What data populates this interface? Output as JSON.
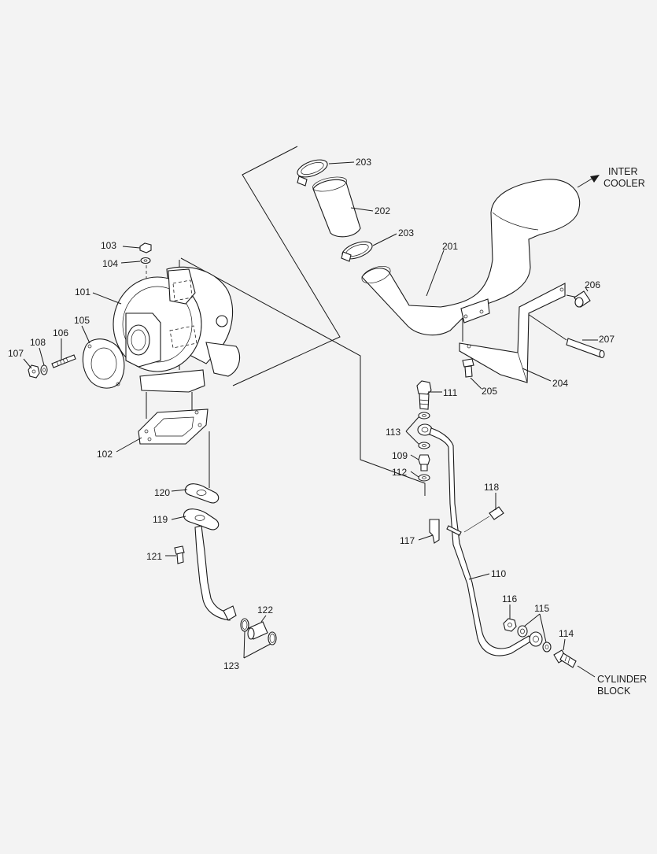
{
  "parts": [
    {
      "id": "101",
      "label": "101",
      "name": "turbocharger"
    },
    {
      "id": "102",
      "label": "102",
      "name": "gasket-exhaust-flange"
    },
    {
      "id": "103",
      "label": "103",
      "name": "nut"
    },
    {
      "id": "104",
      "label": "104",
      "name": "washer"
    },
    {
      "id": "105",
      "label": "105",
      "name": "gasket-round"
    },
    {
      "id": "106",
      "label": "106",
      "name": "stud"
    },
    {
      "id": "107",
      "label": "107",
      "name": "nut"
    },
    {
      "id": "108",
      "label": "108",
      "name": "washer"
    },
    {
      "id": "109",
      "label": "109",
      "name": "nipple"
    },
    {
      "id": "110",
      "label": "110",
      "name": "oil-feed-pipe"
    },
    {
      "id": "111",
      "label": "111",
      "name": "eye-bolt"
    },
    {
      "id": "112",
      "label": "112",
      "name": "washer"
    },
    {
      "id": "113",
      "label": "113",
      "name": "washers"
    },
    {
      "id": "114",
      "label": "114",
      "name": "connector"
    },
    {
      "id": "115",
      "label": "115",
      "name": "washers"
    },
    {
      "id": "116",
      "label": "116",
      "name": "nut"
    },
    {
      "id": "117",
      "label": "117",
      "name": "clip"
    },
    {
      "id": "118",
      "label": "118",
      "name": "bolt"
    },
    {
      "id": "119",
      "label": "119",
      "name": "oil-return-pipe"
    },
    {
      "id": "120",
      "label": "120",
      "name": "gasket"
    },
    {
      "id": "121",
      "label": "121",
      "name": "bolt"
    },
    {
      "id": "122",
      "label": "122",
      "name": "hose"
    },
    {
      "id": "123",
      "label": "123",
      "name": "hose-clamps"
    },
    {
      "id": "201",
      "label": "201",
      "name": "air-pipe"
    },
    {
      "id": "202",
      "label": "202",
      "name": "hose"
    },
    {
      "id": "203a",
      "label": "203",
      "name": "hose-clamp-upper"
    },
    {
      "id": "203b",
      "label": "203",
      "name": "hose-clamp-lower"
    },
    {
      "id": "204",
      "label": "204",
      "name": "bracket"
    },
    {
      "id": "205",
      "label": "205",
      "name": "bolt"
    },
    {
      "id": "206",
      "label": "206",
      "name": "spacer"
    },
    {
      "id": "207",
      "label": "207",
      "name": "pin"
    }
  ],
  "destinations": {
    "intercooler": [
      "INTER",
      "COOLER"
    ],
    "cylinder_block": [
      "CYLINDER",
      "BLOCK"
    ]
  }
}
